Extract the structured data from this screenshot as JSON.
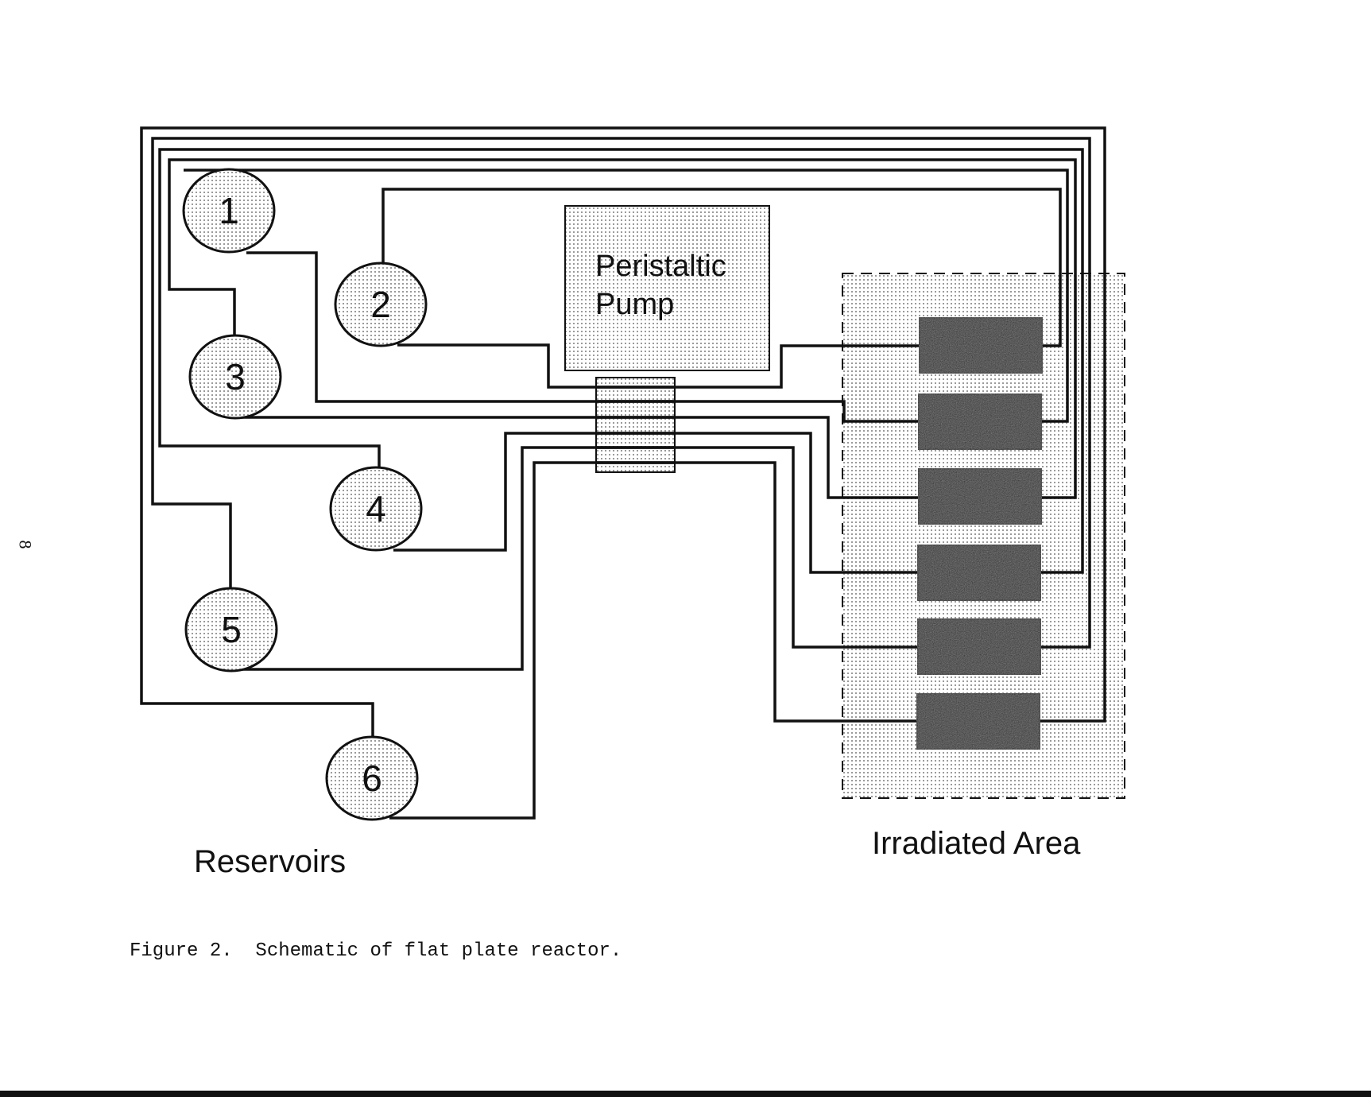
{
  "figure": {
    "caption": "Figure 2.  Schematic of flat plate reactor.",
    "page_number": "8"
  },
  "labels": {
    "pump": [
      "Peristaltic",
      "Pump"
    ],
    "reservoirs": "Reservoirs",
    "irradiated_area": "Irradiated Area"
  },
  "reservoirs": [
    {
      "id": "1"
    },
    {
      "id": "2"
    },
    {
      "id": "3"
    },
    {
      "id": "4"
    },
    {
      "id": "5"
    },
    {
      "id": "6"
    }
  ],
  "reactor_plates": [
    {
      "index": 1
    },
    {
      "index": 2
    },
    {
      "index": 3
    },
    {
      "index": 4
    },
    {
      "index": 5
    },
    {
      "index": 6
    }
  ],
  "colors": {
    "line": "#111111",
    "stipple": "#d9d9d9",
    "plate": "#222222"
  }
}
